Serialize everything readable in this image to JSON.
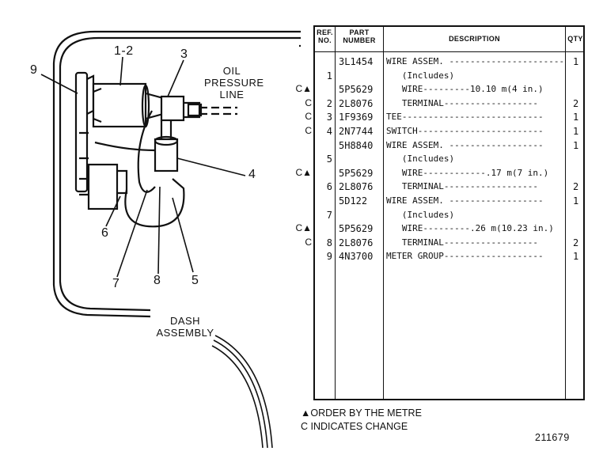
{
  "diagram": {
    "callouts": [
      "9",
      "1-2",
      "3",
      "4",
      "5",
      "6",
      "7",
      "8"
    ],
    "oil_pressure_line": [
      "OIL",
      "PRESSURE",
      "LINE"
    ],
    "dash_assembly": [
      "DASH",
      "ASSEMBLY"
    ]
  },
  "table": {
    "headers": {
      "ref_no": [
        "REF.",
        "NO."
      ],
      "part_number": [
        "PART",
        "NUMBER"
      ],
      "description": "DESCRIPTION",
      "qty": "QTY"
    },
    "rows": [
      {
        "mark": "",
        "ref": "",
        "part": "3L1454",
        "desc": "WIRE ASSEM. -----------------------",
        "qty": "1"
      },
      {
        "mark": "",
        "ref": "1",
        "part": "",
        "desc": "   (Includes)",
        "qty": ""
      },
      {
        "mark": "C▲",
        "ref": "",
        "part": "5P5629",
        "desc": "   WIRE---------10.10 m(4 in.)",
        "qty": ""
      },
      {
        "mark": "C",
        "ref": "2",
        "part": "2L8076",
        "desc": "   TERMINAL------------------",
        "qty": "2"
      },
      {
        "mark": "C",
        "ref": "3",
        "part": "1F9369",
        "desc": "TEE---------------------------",
        "qty": "1"
      },
      {
        "mark": "C",
        "ref": "4",
        "part": "2N7744",
        "desc": "SWITCH------------------------",
        "qty": "1"
      },
      {
        "mark": "",
        "ref": "",
        "part": "5H8840",
        "desc": "WIRE ASSEM. ------------------",
        "qty": "1"
      },
      {
        "mark": "",
        "ref": "5",
        "part": "",
        "desc": "   (Includes)",
        "qty": ""
      },
      {
        "mark": "C▲",
        "ref": "",
        "part": "5P5629",
        "desc": "   WIRE------------.17 m(7 in.)",
        "qty": ""
      },
      {
        "mark": "",
        "ref": "6",
        "part": "2L8076",
        "desc": "   TERMINAL------------------",
        "qty": "2"
      },
      {
        "mark": "",
        "ref": "",
        "part": "5D122",
        "desc": "WIRE ASSEM. ------------------",
        "qty": "1"
      },
      {
        "mark": "",
        "ref": "7",
        "part": "",
        "desc": "   (Includes)",
        "qty": ""
      },
      {
        "mark": "C▲",
        "ref": "",
        "part": "5P5629",
        "desc": "   WIRE---------.26 m(10.23 in.)",
        "qty": ""
      },
      {
        "mark": "C",
        "ref": "8",
        "part": "2L8076",
        "desc": "   TERMINAL------------------",
        "qty": "2"
      },
      {
        "mark": "",
        "ref": "9",
        "part": "4N3700",
        "desc": "METER GROUP-------------------",
        "qty": "1"
      }
    ]
  },
  "footnotes": [
    "▲ORDER BY THE METRE",
    "C INDICATES CHANGE"
  ],
  "figure_number": "211679"
}
